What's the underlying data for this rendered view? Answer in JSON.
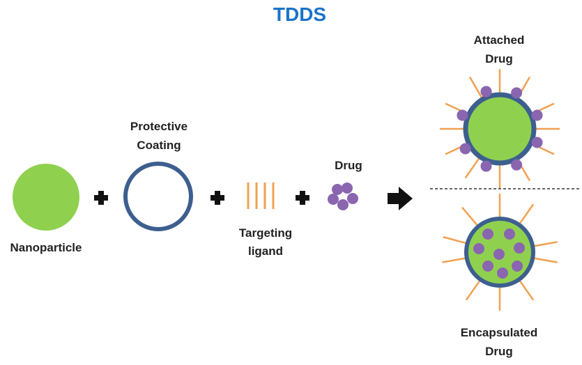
{
  "title": "TDDS",
  "labels": {
    "nanoparticle": "Nanoparticle",
    "protective_coating_line1": "Protective",
    "protective_coating_line2": "Coating",
    "targeting_ligand_line1": "Targeting",
    "targeting_ligand_line2": "ligand",
    "drug": "Drug",
    "attached_drug_line1": "Attached",
    "attached_drug_line2": "Drug",
    "encapsulated_drug_line1": "Encapsulated",
    "encapsulated_drug_line2": "Drug"
  },
  "colors": {
    "title": "#1a73c8",
    "nanoparticle": "#8fd14f",
    "coating": "#3d5f8f",
    "ligand": "#f0a050",
    "drug": "#8a65b0",
    "operator": "#111111",
    "divider": "#333333"
  },
  "icons": {
    "plus_operator": "plus-icon",
    "result_arrow": "right-arrow-icon"
  }
}
